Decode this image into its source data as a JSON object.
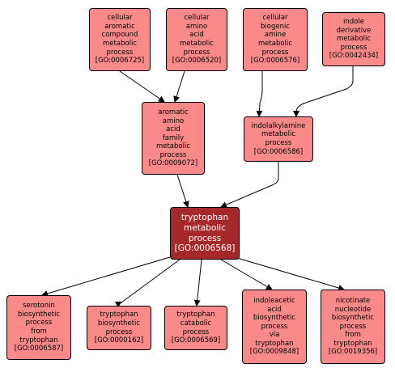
{
  "colors": {
    "node_fill": "#fa8a8a",
    "focus_fill": "#a5292a",
    "edge": "#000000"
  },
  "nodes": {
    "go_0006725": {
      "label": "cellular\naromatic\ncompound\nmetabolic\nprocess\n[GO:0006725]"
    },
    "go_0006520": {
      "label": "cellular\namino\nacid\nmetabolic\nprocess\n[GO:0006520]"
    },
    "go_0006576": {
      "label": "cellular\nbiogenic\namine\nmetabolic\nprocess\n[GO:0006576]"
    },
    "go_0042434": {
      "label": "indole\nderivative\nmetabolic\nprocess\n[GO:0042434]"
    },
    "go_0009072": {
      "label": "aromatic\namino\nacid\nfamily\nmetabolic\nprocess\n[GO:0009072]"
    },
    "go_0006586": {
      "label": "indolalkylamine\nmetabolic\nprocess\n[GO:0006586]"
    },
    "go_0006568": {
      "label": "tryptophan\nmetabolic\nprocess\n[GO:0006568]"
    },
    "go_0006587": {
      "label": "serotonin\nbiosynthetic\nprocess\nfrom\ntryptophan\n[GO:0006587]"
    },
    "go_0000162": {
      "label": "tryptophan\nbiosynthetic\nprocess\n[GO:0000162]"
    },
    "go_0006569": {
      "label": "tryptophan\ncatabolic\nprocess\n[GO:0006569]"
    },
    "go_0009848": {
      "label": "indoleacetic\nacid\nbiosynthetic\nprocess\nvia\ntryptophan\n[GO:0009848]"
    },
    "go_0019356": {
      "label": "nicotinate\nnucleotide\nbiosynthetic\nprocess\nfrom\ntryptophan\n[GO:0019356]"
    }
  }
}
